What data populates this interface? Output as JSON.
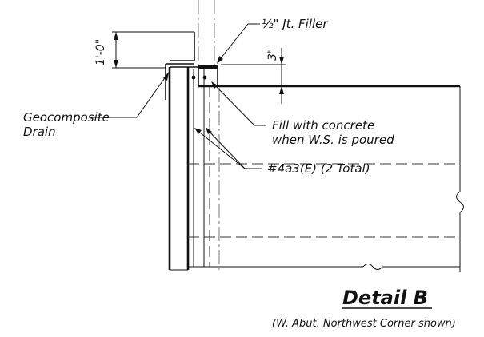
{
  "labels": {
    "joint_filler": "½\" Jt. Filler",
    "dimension_top": "1'-0\"",
    "dimension_right": "3\"",
    "geocomposite_line1": "Geocomposite",
    "geocomposite_line2": "Drain",
    "fill_line1": "Fill with concrete",
    "fill_line2": "when W.S. is poured",
    "rebar": "#4a3(E) (2 Total)"
  },
  "title": {
    "heading": "Detail B",
    "subtitle": "(W. Abut. Northwest Corner shown)"
  }
}
